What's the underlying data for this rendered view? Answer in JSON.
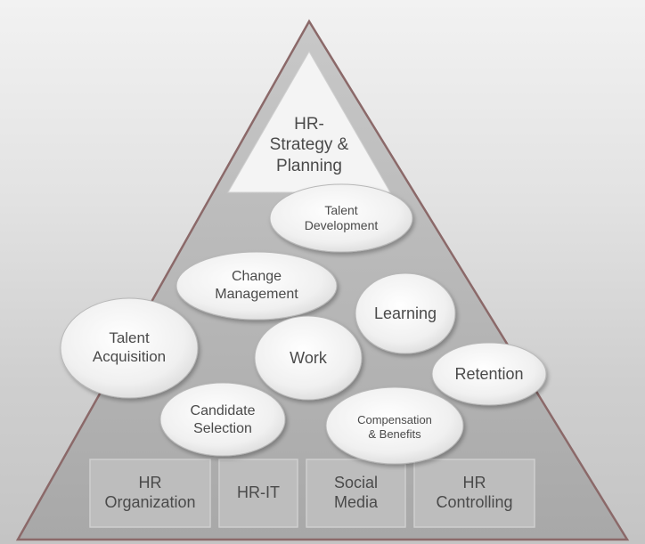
{
  "pyramid": {
    "apex_label": "HR-\nStrategy &\nPlanning"
  },
  "bubbles": [
    {
      "id": "talent-development",
      "label": "Talent\nDevelopment"
    },
    {
      "id": "change-management",
      "label": "Change\nManagement"
    },
    {
      "id": "learning",
      "label": "Learning"
    },
    {
      "id": "talent-acquisition",
      "label": "Talent\nAcquisition"
    },
    {
      "id": "work",
      "label": "Work"
    },
    {
      "id": "retention",
      "label": "Retention"
    },
    {
      "id": "candidate-selection",
      "label": "Candidate\nSelection"
    },
    {
      "id": "compensation-benefits",
      "label": "Compensation\n& Benefits"
    }
  ],
  "base_boxes": [
    {
      "id": "hr-organization",
      "label": "HR\nOrganization"
    },
    {
      "id": "hr-it",
      "label": "HR-IT"
    },
    {
      "id": "social-media",
      "label": "Social\nMedia"
    },
    {
      "id": "hr-controlling",
      "label": "HR\nControlling"
    }
  ],
  "colors": {
    "pyramid_outline": "#8b6969",
    "pyramid_fill": "#b5b5b5",
    "shape_fill": "#ececec",
    "shape_stroke": "#b0b0b0",
    "text": "#4a4a4a"
  }
}
